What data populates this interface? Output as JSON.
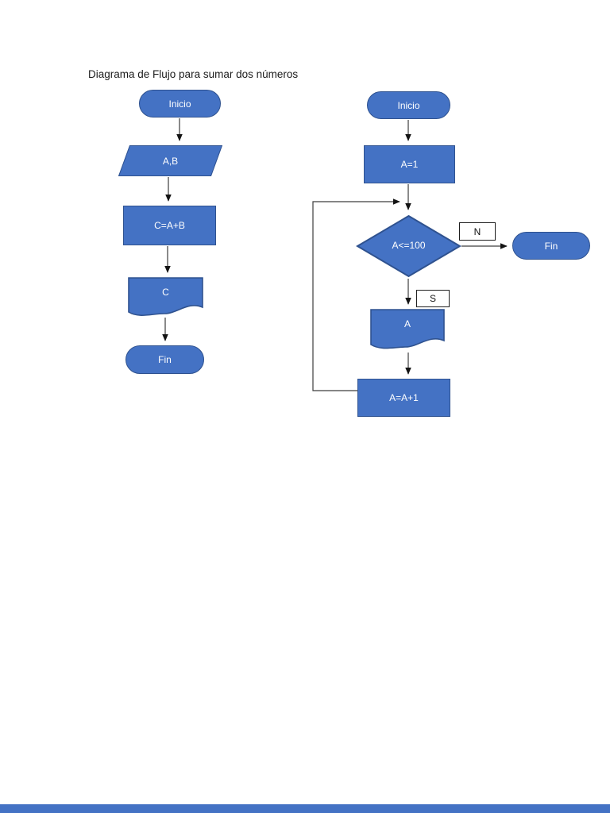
{
  "title": "Diagrama de Flujo para sumar dos números",
  "colors": {
    "shape_fill": "#4472C4",
    "shape_border": "#2F528F",
    "connector": "#3d3d3d",
    "footer_bar": "#4472C4"
  },
  "left_flowchart": {
    "start": "Inicio",
    "input": "A,B",
    "process": "C=A+B",
    "output": "C",
    "end": "Fin"
  },
  "right_flowchart": {
    "start": "Inicio",
    "init": "A=1",
    "decision": "A<=100",
    "no_label": "N",
    "end": "Fin",
    "yes_label": "S",
    "output": "A",
    "increment": "A=A+1"
  }
}
